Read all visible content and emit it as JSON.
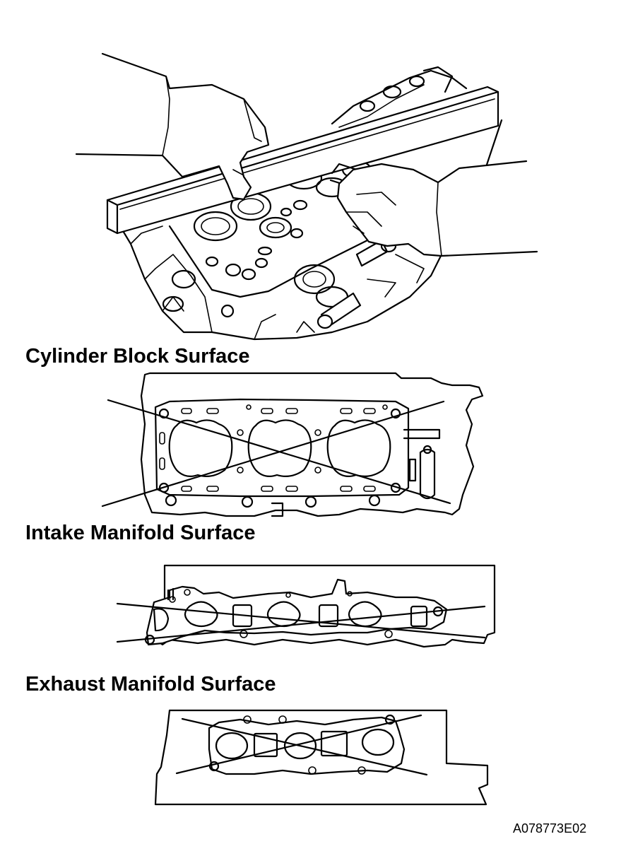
{
  "labels": {
    "cylinder_block": "Cylinder Block Surface",
    "intake_manifold": "Intake Manifold Surface",
    "exhaust_manifold": "Exhaust Manifold Surface"
  },
  "figure_code": "A078773E02",
  "colors": {
    "line": "#000000",
    "background": "#ffffff"
  }
}
